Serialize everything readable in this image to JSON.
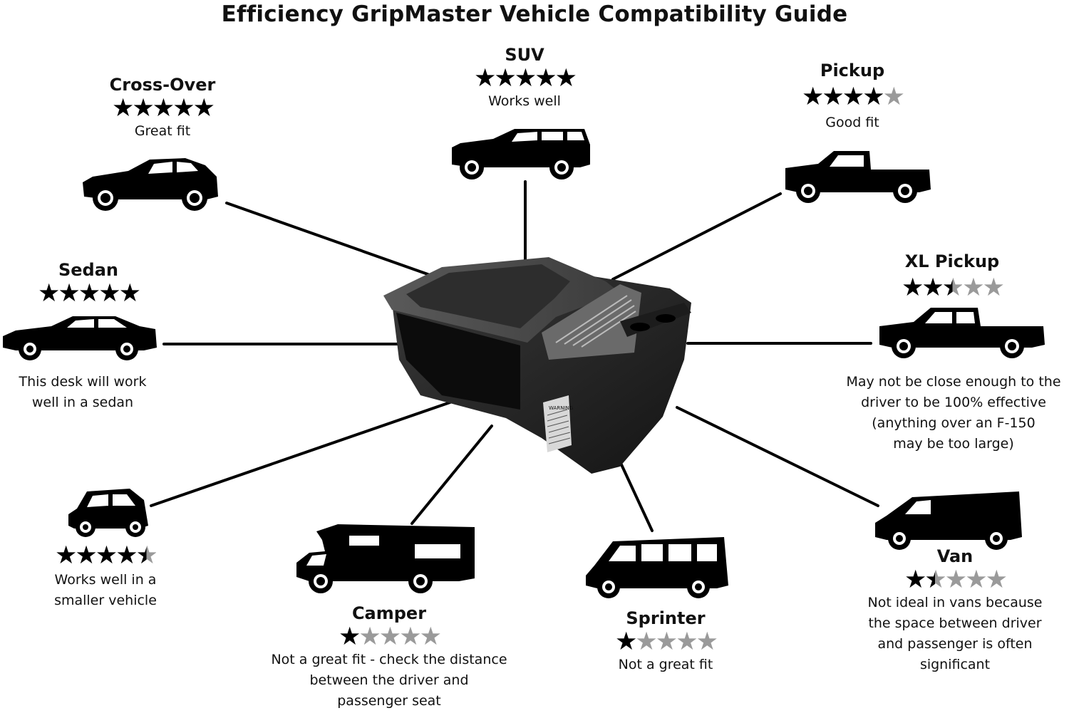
{
  "title": "Efficiency GripMaster Vehicle Compatibility Guide",
  "vehicles": {
    "crossover": {
      "name": "Cross-Over",
      "rating": 5,
      "desc": "Great fit",
      "icon": "crossover-silhouette-icon"
    },
    "suv": {
      "name": "SUV",
      "rating": 5,
      "desc": "Works well",
      "icon": "suv-silhouette-icon"
    },
    "pickup": {
      "name": "Pickup",
      "rating": 4,
      "desc": "Good fit",
      "icon": "pickup-silhouette-icon"
    },
    "sedan": {
      "name": "Sedan",
      "rating": 5,
      "desc": "This desk will work\nwell in a sedan",
      "icon": "sedan-silhouette-icon"
    },
    "xlpickup": {
      "name": "XL Pickup",
      "rating": 2.5,
      "desc": "May not be close enough to the\ndriver to be 100% effective\n(anything over an F-150\nmay be too large)",
      "icon": "xl-pickup-silhouette-icon"
    },
    "small": {
      "name": "",
      "rating": 4.5,
      "desc": "Works well in a\nsmaller vehicle",
      "icon": "small-car-silhouette-icon"
    },
    "camper": {
      "name": "Camper",
      "rating": 1,
      "desc": "Not a great fit - check the distance\nbetween the driver and\npassenger seat",
      "icon": "camper-silhouette-icon"
    },
    "sprinter": {
      "name": "Sprinter",
      "rating": 1,
      "desc": "Not a great fit",
      "icon": "sprinter-silhouette-icon"
    },
    "van": {
      "name": "Van",
      "rating": 1.5,
      "desc": "Not ideal in vans because\nthe space between driver\nand passenger is often\nsignificant",
      "icon": "van-silhouette-icon"
    }
  },
  "product": {
    "icon": "car-desk-product-icon",
    "label_text": "WARNING"
  },
  "colors": {
    "ink": "#000000",
    "star_off": "#9a9a9a",
    "desk_dark": "#2a2a2a",
    "desk_top": "#4a4a4a"
  }
}
